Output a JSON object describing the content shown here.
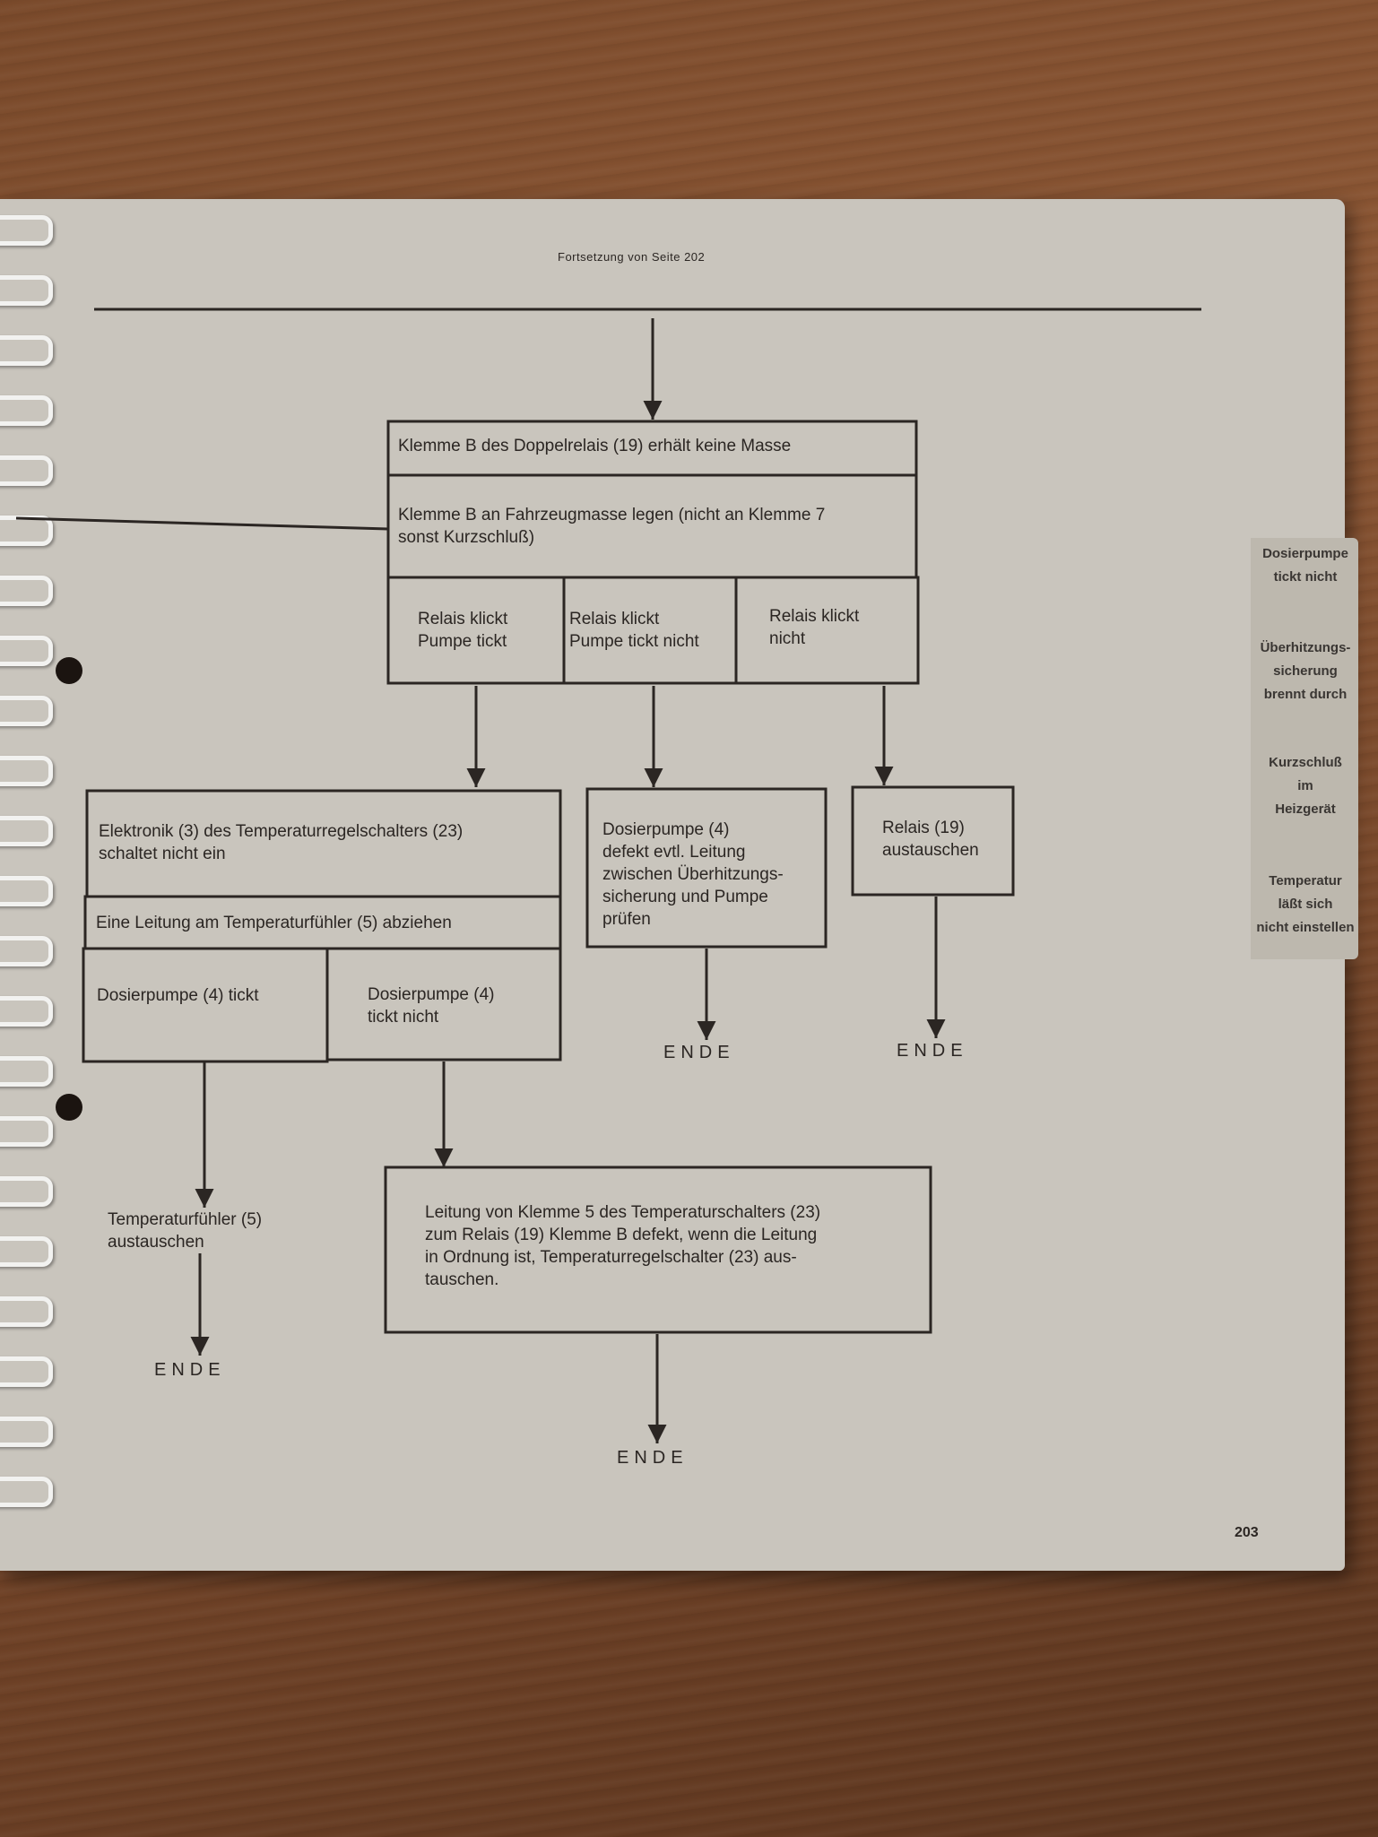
{
  "header": "Fortsetzung von Seite 202",
  "page_number": "203",
  "tabs": [
    {
      "lines": [
        "Dosierpumpe",
        "tickt nicht"
      ]
    },
    {
      "lines": [
        "Überhitzungs-",
        "sicherung",
        "brennt durch"
      ]
    },
    {
      "lines": [
        "Kurzschluß",
        "im",
        "Heizgerät"
      ]
    },
    {
      "lines": [
        "Temperatur",
        "läßt sich",
        "nicht einstellen"
      ]
    }
  ],
  "flow": {
    "box1": "Klemme B des Doppelrelais (19) erhält keine Masse",
    "box2": "Klemme B an Fahrzeugmasse legen (nicht an Klemme 7\nsonst Kurzschluß)",
    "branch1": "Relais klickt\nPumpe tickt",
    "branch2": "Relais klickt\nPumpe tickt nicht",
    "branch3": "Relais klickt\nnicht",
    "elektronik": "Elektronik (3) des Temperaturregelschalters (23)\nschaltet nicht ein",
    "leitung_abziehen": "Eine Leitung am Temperaturfühler (5) abziehen",
    "dosier_tickt": "Dosierpumpe (4) tickt",
    "dosier_tickt_nicht": "Dosierpumpe (4)\ntickt nicht",
    "dosier_defekt": "Dosierpumpe (4)\ndefekt evtl. Leitung\nzwischen Überhitzungs-\nsicherung und Pumpe\nprüfen",
    "relais_tauschen": "Relais (19)\naustauschen",
    "fuehler_tauschen": "Temperaturfühler (5)\naustauschen",
    "leitung_klemme5": "Leitung von Klemme 5 des Temperaturschalters (23)\nzum Relais (19) Klemme B defekt, wenn die Leitung\nin Ordnung ist, Temperaturregelschalter (23) aus-\ntauschen.",
    "end_label": "ENDE"
  }
}
